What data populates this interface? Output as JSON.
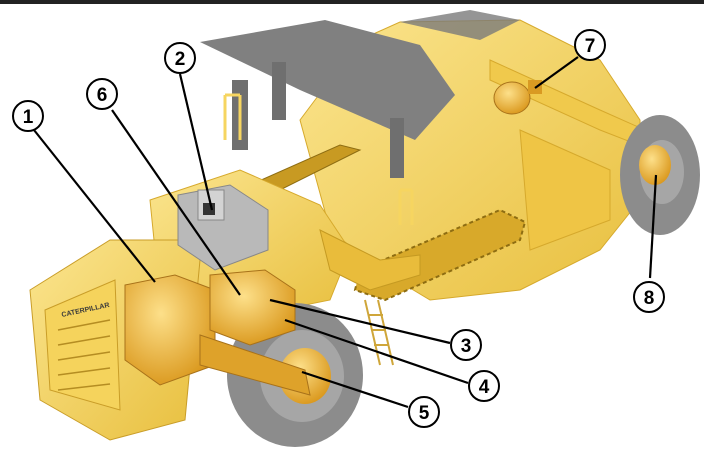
{
  "callouts": [
    {
      "id": 1,
      "label": "1"
    },
    {
      "id": 2,
      "label": "2"
    },
    {
      "id": 3,
      "label": "3"
    },
    {
      "id": 4,
      "label": "4"
    },
    {
      "id": 5,
      "label": "5"
    },
    {
      "id": 6,
      "label": "6"
    },
    {
      "id": 7,
      "label": "7"
    },
    {
      "id": 8,
      "label": "8"
    }
  ],
  "brand": {
    "hood_text": "CATERPILLAR"
  },
  "colors": {
    "machine_yellow": "#f3cf52",
    "machine_shade": "#dcae2c",
    "machine_light": "#fbe58f",
    "component_gold": "#e7ac22",
    "tire_gray": "#8c8c8c",
    "tire_dark": "#5e5e5e",
    "canopy_gray": "#7d7d7d",
    "top_rule": "#222222"
  }
}
